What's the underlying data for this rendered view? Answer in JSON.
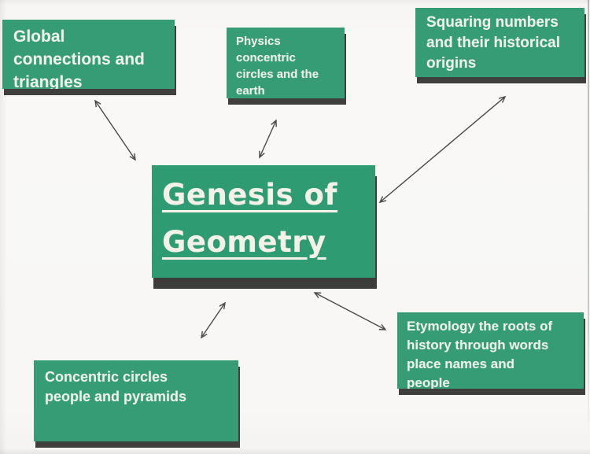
{
  "diagram": {
    "title": "Genesis of Geometry",
    "center_node": {
      "id": "genesis-of-geometry",
      "label": "Genesis of\nGeometry"
    },
    "nodes": [
      {
        "id": "global-connections",
        "label": "Global\nconnections and\ntriangles",
        "position": "top-left"
      },
      {
        "id": "physics-circles",
        "label": "Physics\nconcentric\ncircles and the\nearth",
        "position": "top-center"
      },
      {
        "id": "squaring-numbers",
        "label": "Squaring numbers\nand their historical\norigins",
        "position": "top-right"
      },
      {
        "id": "etymology",
        "label": "Etymology the roots of\nhistory through words\nplace names and\npeople",
        "position": "bottom-right"
      },
      {
        "id": "concentric-circles",
        "label": "Concentric circles\npeople and pyramids",
        "position": "bottom-left"
      }
    ],
    "connections": [
      {
        "from": "global-connections",
        "to": "genesis-of-geometry",
        "style": "double-headed-arrow"
      },
      {
        "from": "physics-circles",
        "to": "genesis-of-geometry",
        "style": "double-headed-arrow"
      },
      {
        "from": "squaring-numbers",
        "to": "genesis-of-geometry",
        "style": "double-headed-arrow"
      },
      {
        "from": "etymology",
        "to": "genesis-of-geometry",
        "style": "double-headed-arrow"
      },
      {
        "from": "concentric-circles",
        "to": "genesis-of-geometry",
        "style": "double-headed-arrow"
      }
    ],
    "colors": {
      "box_green": "#369c76",
      "center_green": "#2f9b73",
      "shadow_dark": "#3f3f3d",
      "text_light": "#edf2ed",
      "arrow": "#4a4a4a",
      "paper_background": "#f8f7f5"
    }
  }
}
